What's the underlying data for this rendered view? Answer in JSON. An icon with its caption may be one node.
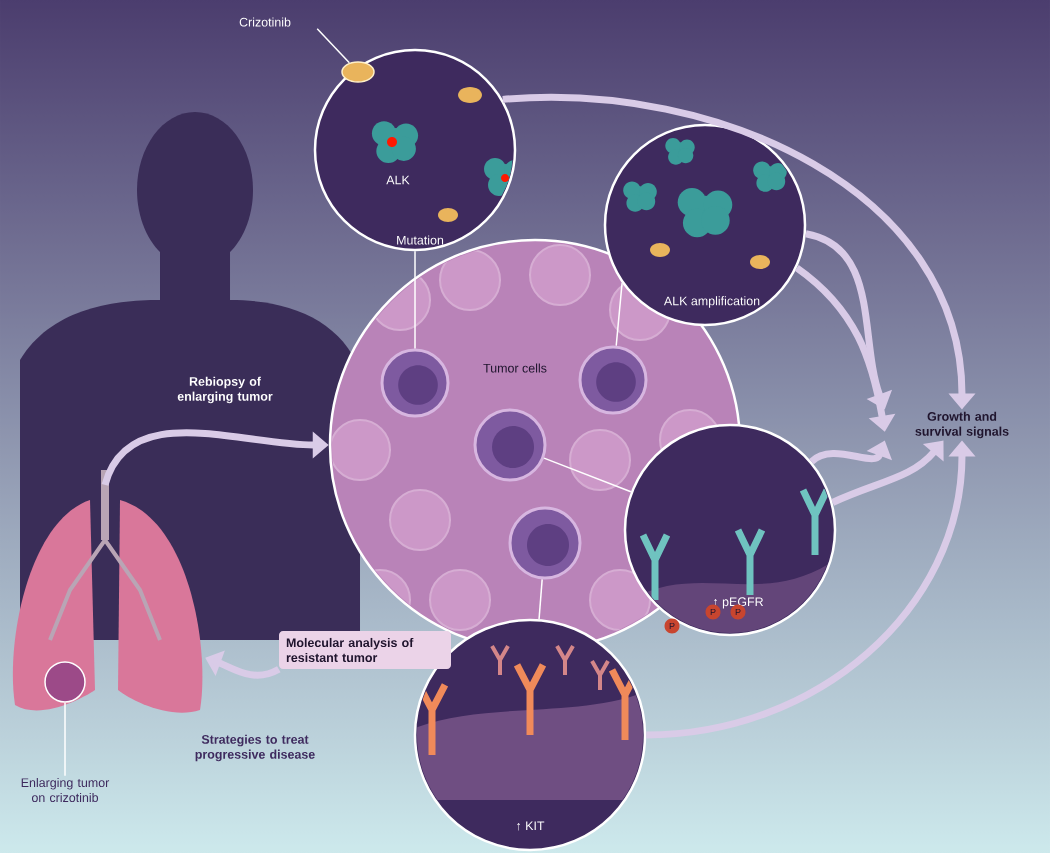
{
  "diagram": {
    "nodes": [
      {
        "text": [
          "Crizotinib"
        ]
      },
      {
        "text": [
          "ALK",
          "Mutation"
        ]
      },
      {
        "text": [],
        "shape": "circle",
        "in": 1
      },
      {
        "text": [
          "ALK amplification"
        ]
      },
      {
        "text": [
          "Tumor cells"
        ]
      },
      {
        "text": [],
        "shape": "circle",
        "in": 4
      },
      {
        "text": [],
        "shape": "circle",
        "in": 4
      },
      {
        "text": [],
        "shape": "circle",
        "in": 4
      },
      {
        "text": [],
        "shape": "circle",
        "in": 4
      },
      {
        "text": [
          "↑ pEGFR"
        ]
      },
      {
        "text": [
          "↑ KIT"
        ]
      },
      {
        "text": [
          "Growth and survival signals"
        ]
      },
      {
        "text": [],
        "shape": "picture"
      },
      {
        "text": [],
        "shape": "circle",
        "in": 12
      },
      {
        "text": [
          "Enlarging tumor on crizotinib"
        ]
      },
      {
        "text": [
          "Molecular analysis of resistant tumor"
        ]
      }
    ],
    "edges": [
      {
        "from": 0,
        "to": 2,
        "arrow": "none",
        "color": "#ffffff"
      },
      {
        "from": 1,
        "to": 5,
        "arrow": "none",
        "color": "#ffffff"
      },
      {
        "from": 3,
        "to": 6,
        "arrow": "none",
        "color": "#ffffff"
      },
      {
        "from": 9,
        "to": 7,
        "arrow": "none",
        "color": "#ffffff"
      },
      {
        "from": 10,
        "to": 8,
        "arrow": "none",
        "color": "#ffffff"
      },
      {
        "from": 14,
        "to": 13,
        "arrow": "none",
        "color": "#ffffff"
      },
      {
        "from": 12,
        "to": 4,
        "arrow": "to",
        "label": "Rebiopsy of enlarging tumor"
      },
      {
        "from": 15,
        "to": 12,
        "arrow": "to",
        "label": "Strategies to treat progressive disease"
      },
      {
        "from": 1,
        "to": 11,
        "arrow": "to"
      },
      {
        "from": 3,
        "to": 11,
        "arrow": "to"
      },
      {
        "from": 3,
        "to": 11,
        "arrow": "to"
      },
      {
        "from": 9,
        "to": 11,
        "arrow": "to"
      },
      {
        "from": 9,
        "to": 11,
        "arrow": "to"
      },
      {
        "from": 10,
        "to": 11,
        "arrow": "to"
      }
    ],
    "labels": [
      "P",
      "P",
      "P"
    ]
  }
}
